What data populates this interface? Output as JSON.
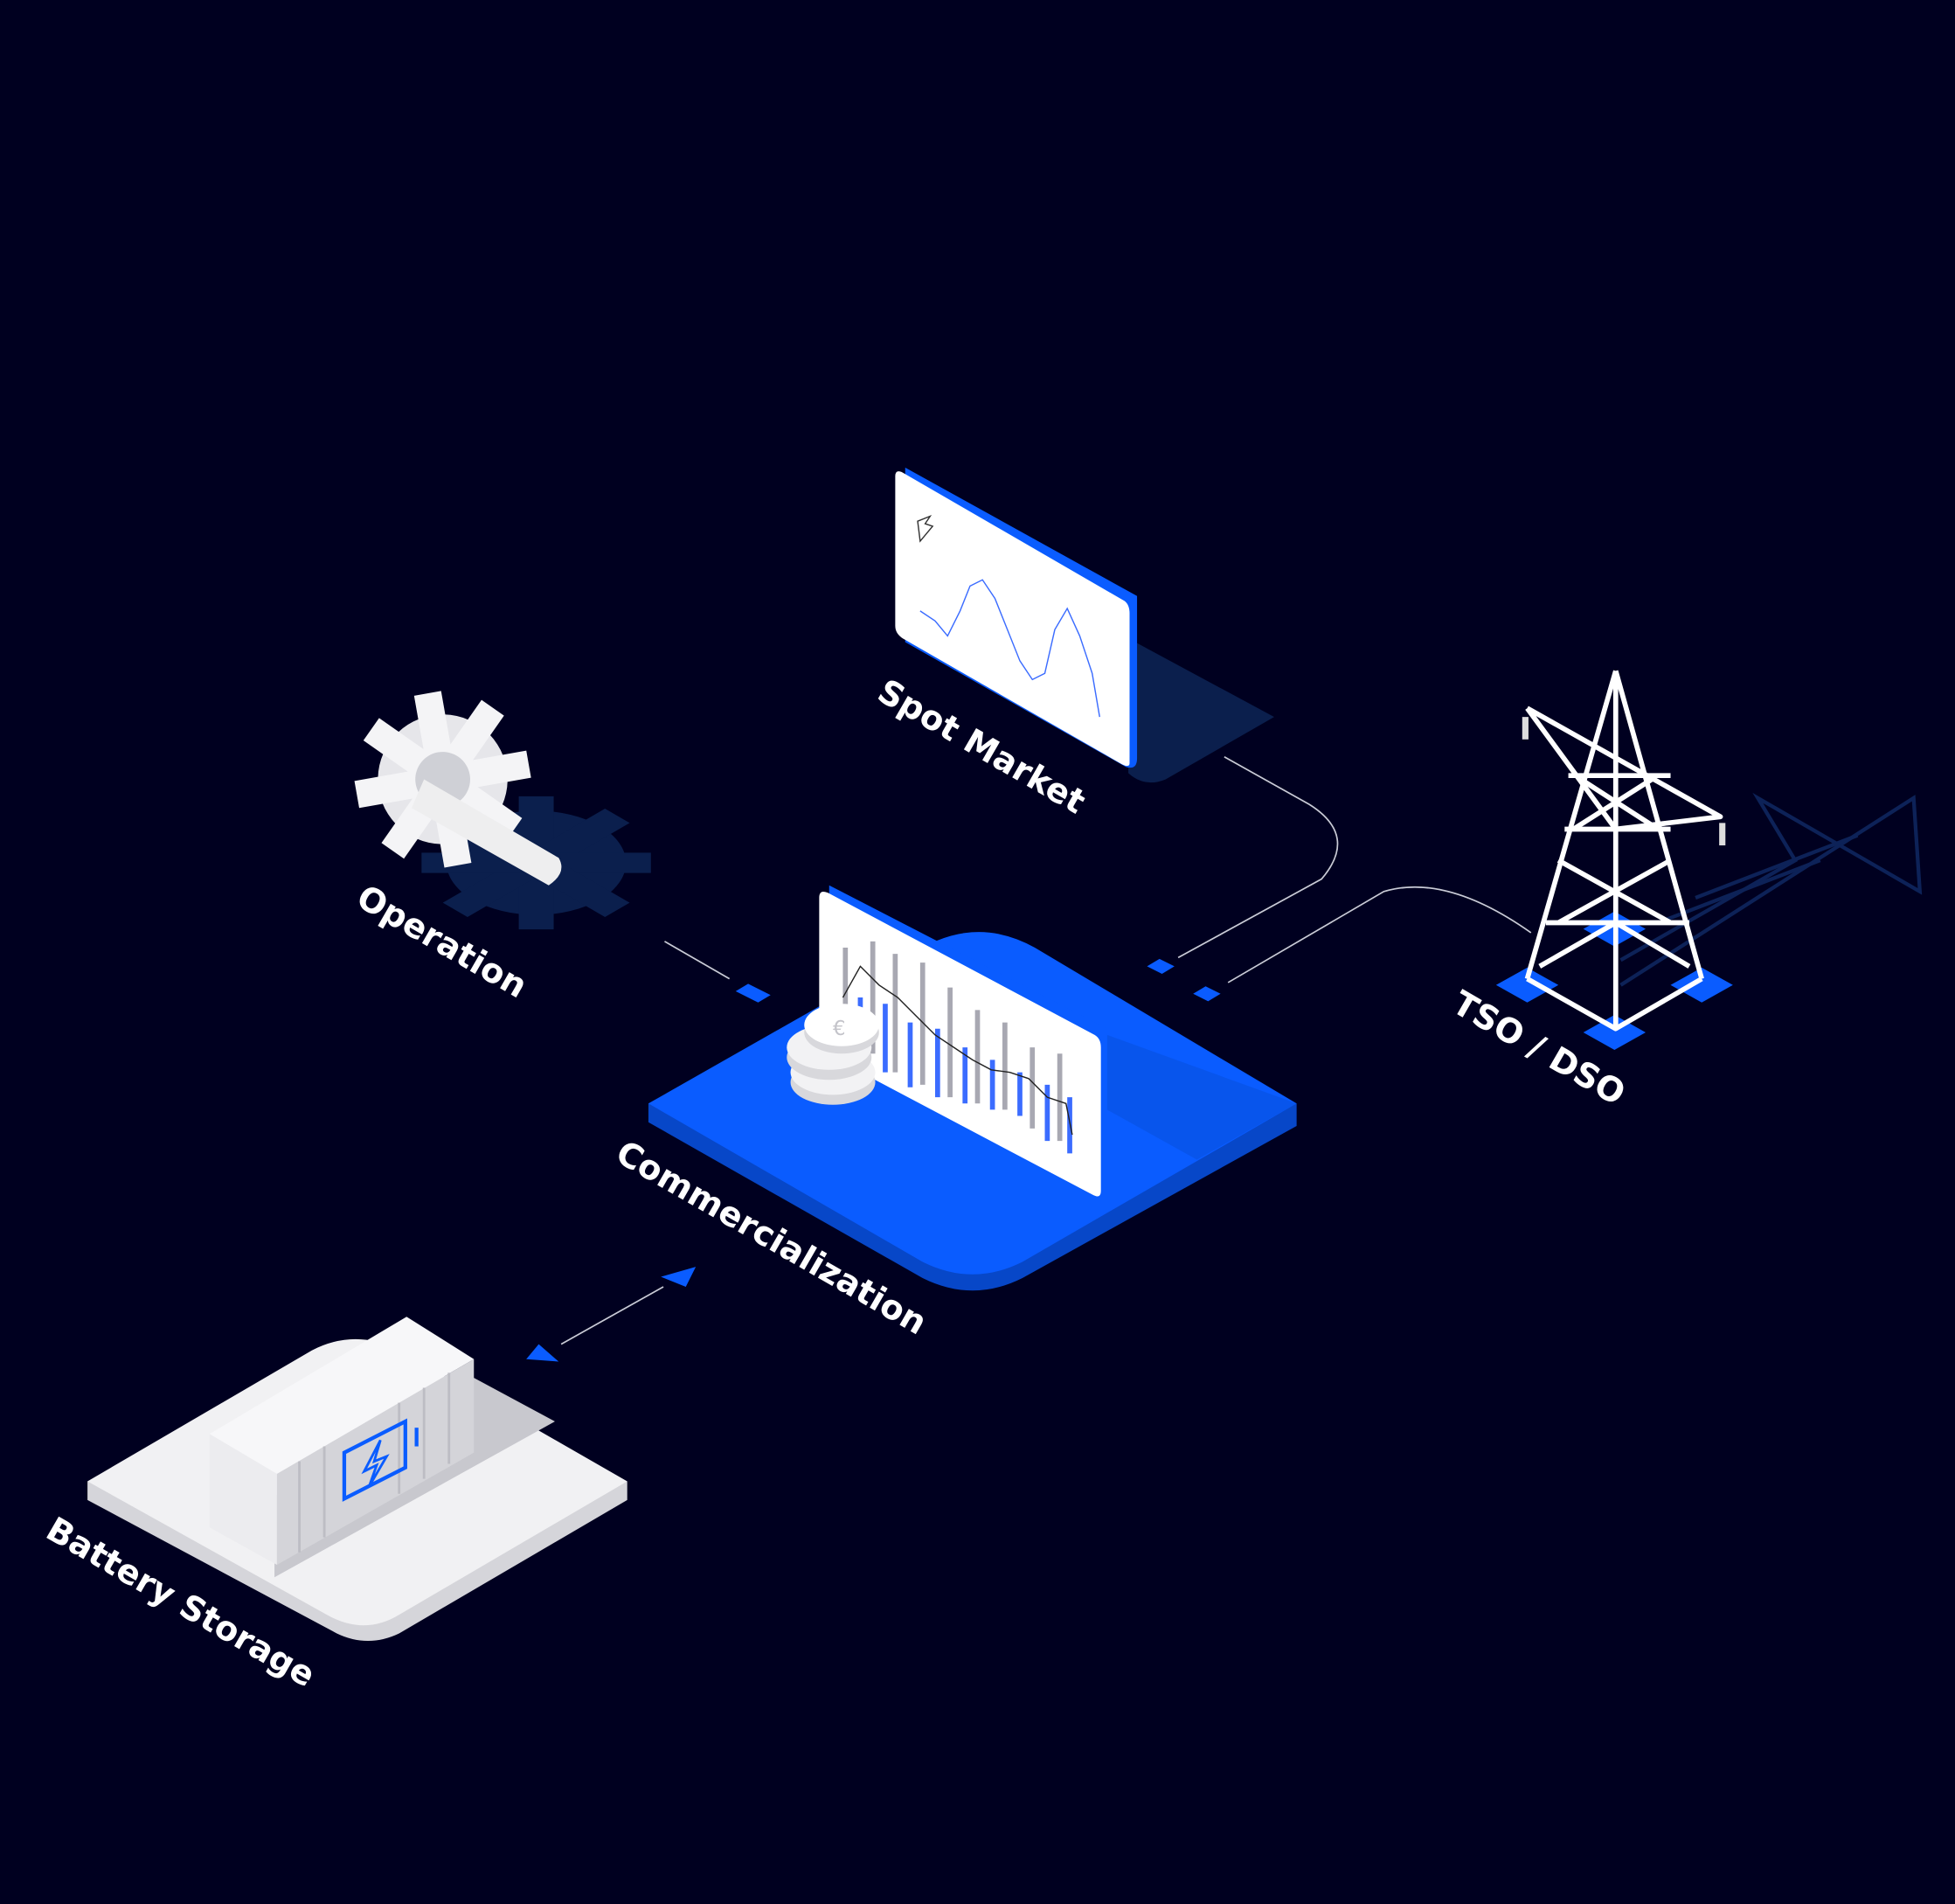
{
  "labels": {
    "spot_market": "Spot Market",
    "operation": "Operation",
    "commercialization": "Commercialization",
    "tso_dso": "TSO / DSO",
    "battery_storage": "Battery Storage"
  },
  "icons": [
    "gear-wrench-icon",
    "chart-screen-icon",
    "coins-euro-icon",
    "power-tower-icon",
    "battery-container-icon"
  ],
  "colors": {
    "background": "#000020",
    "accent": "#0a5cff",
    "shadow": "#0b1f4d",
    "white": "#ffffff"
  }
}
